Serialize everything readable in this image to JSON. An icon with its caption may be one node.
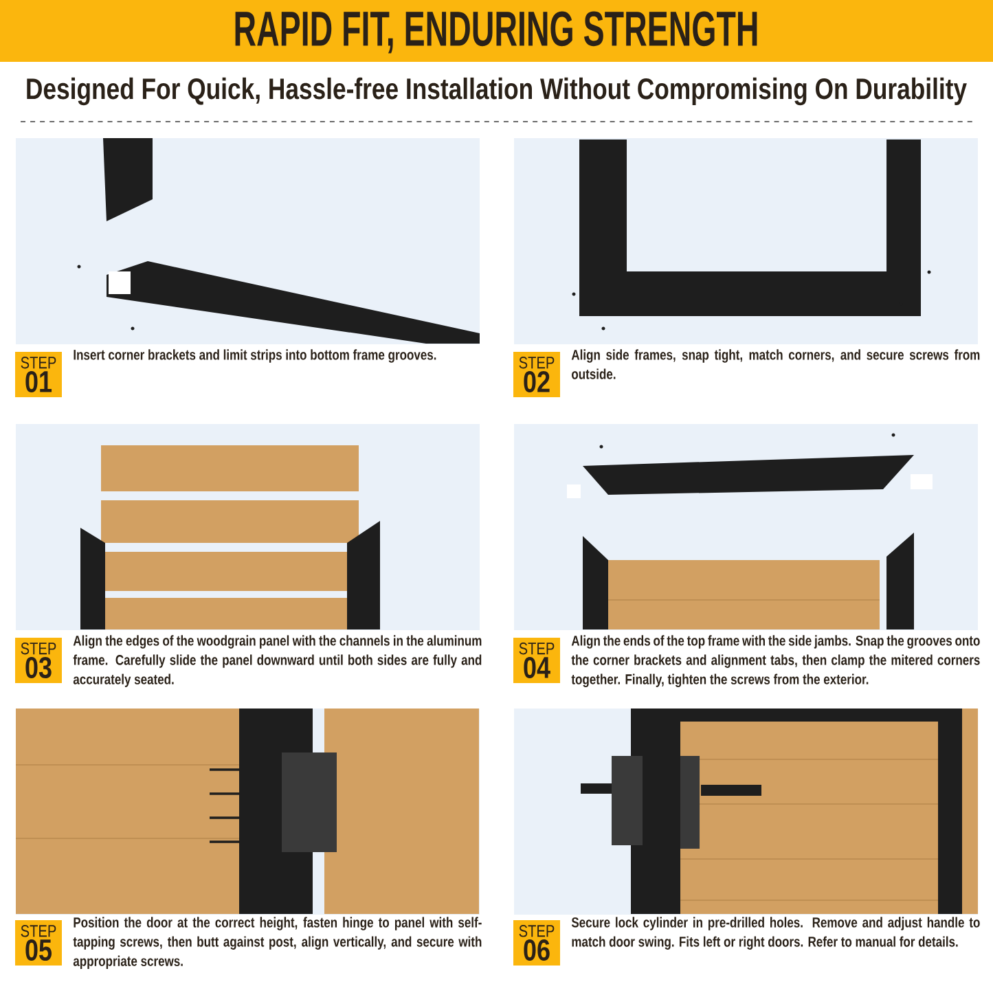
{
  "diagram": {
    "title": "RAPID FIT, ENDURING STRENGTH",
    "nodes": [
      {
        "text": [
          "STEP",
          "01"
        ],
        "beside": [
          "Insert corner brackets and limit strips into bottom frame grooves."
        ]
      },
      {
        "text": [
          "STEP",
          "02"
        ],
        "beside": [
          "Align side frames, snap tight, match corners, and secure screws from outside."
        ]
      },
      {
        "text": [
          "STEP",
          "03"
        ],
        "beside": [
          "Align the edges of the woodgrain panel with the channels in the aluminum frame. Carefully slide the panel downward until both sides are fully and accurately seated."
        ]
      },
      {
        "text": [
          "STEP",
          "04"
        ],
        "beside": [
          "Align the ends of the top frame with the side jambs. Snap the grooves onto the corner brackets and alignment tabs, then clamp the mitered corners together. Finally, tighten the screws from the exterior."
        ]
      },
      {
        "text": [
          "STEP",
          "05"
        ],
        "beside": [
          "Position the door at the correct height, fasten hinge to panel with self-tapping screws, then butt against post, align vertically, and secure with appropriate screws."
        ]
      },
      {
        "text": [
          "STEP",
          "06"
        ],
        "beside": [
          "Secure lock cylinder in pre-drilled holes. Remove and adjust handle to match door swing. Fits left or right doors. Refer to manual for details."
        ]
      }
    ],
    "labels": [
      "Designed For Quick, Hassle-free Installation Without Compromising On Durability"
    ]
  }
}
